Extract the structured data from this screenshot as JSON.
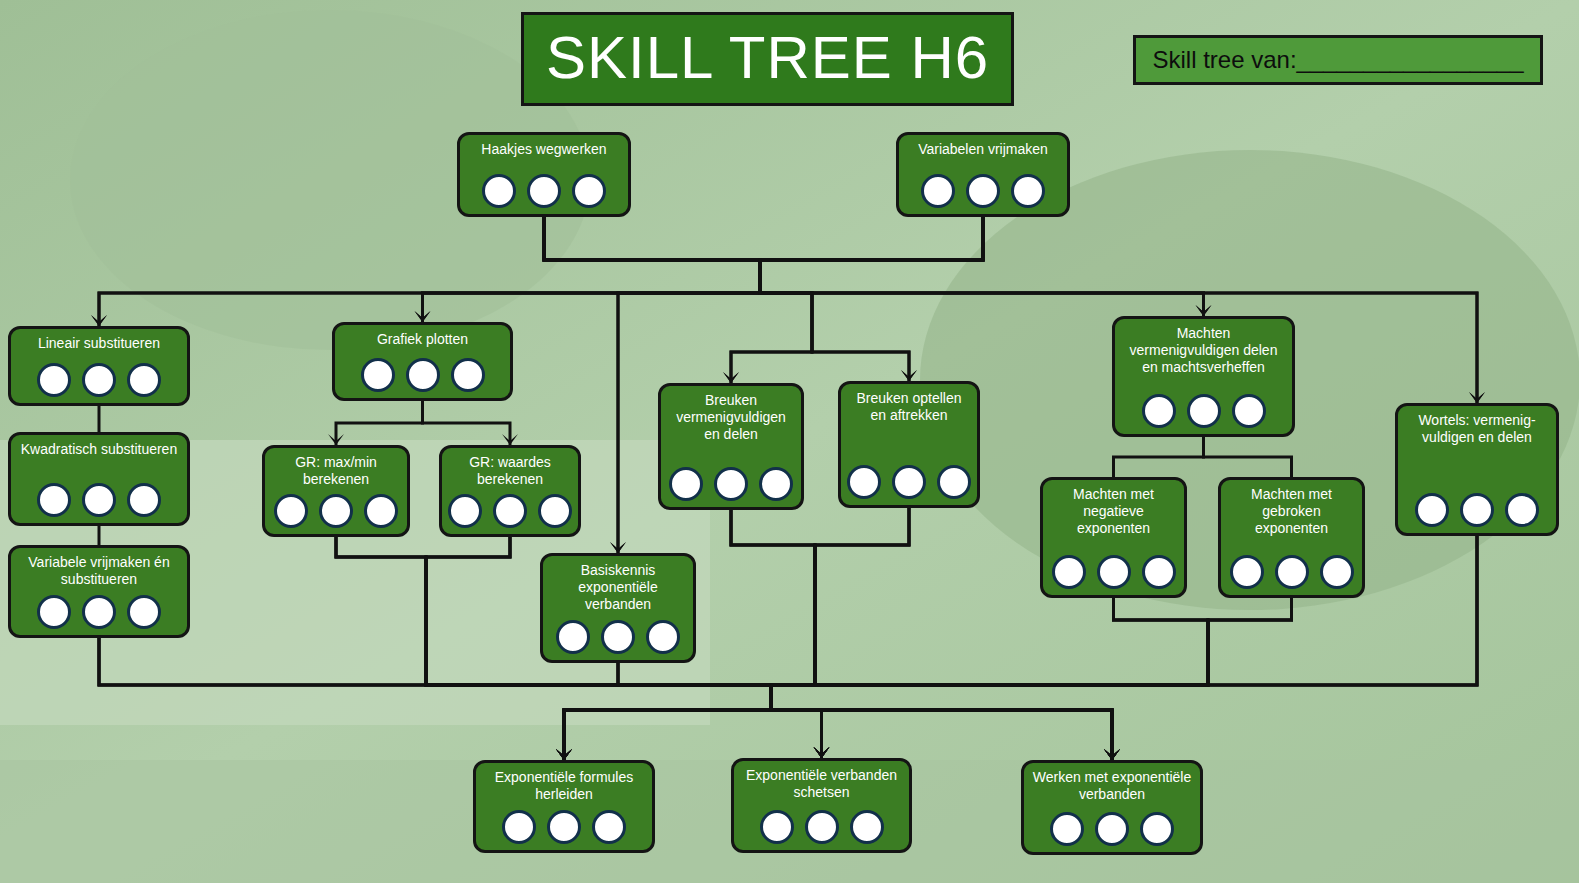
{
  "diagram": {
    "title": "SKILL TREE H6",
    "nodes": [
      {
        "text": [
          "Skill tree van:_________________"
        ]
      },
      {
        "text": [
          "Haakjes wegwerken"
        ]
      },
      {
        "text": [
          "Variabelen vrijmaken"
        ]
      },
      {
        "text": [
          "Lineair substitueren"
        ]
      },
      {
        "text": [
          "Grafiek plotten"
        ]
      },
      {
        "text": [
          "Machten vermenigvuldigen delen en machtsverheffen"
        ]
      },
      {
        "text": [
          "Breuken vermenigvuldigen en delen"
        ]
      },
      {
        "text": [
          "Breuken optellen en aftrekken"
        ]
      },
      {
        "text": [
          "Wortels: vermenig- vuldigen en delen"
        ]
      },
      {
        "text": [
          "Kwadratisch substitueren"
        ]
      },
      {
        "text": [
          "GR: max/min berekenen"
        ]
      },
      {
        "text": [
          "GR: waardes berekenen"
        ]
      },
      {
        "text": [
          "Machten met negatieve exponenten"
        ]
      },
      {
        "text": [
          "Machten met gebroken exponenten"
        ]
      },
      {
        "text": [
          "Basiskennis exponentiële verbanden"
        ]
      },
      {
        "text": [
          "Variabele vrijmaken én substitueren"
        ]
      },
      {
        "text": [
          "Exponentiële formules herleiden"
        ]
      },
      {
        "text": [
          "Exponentiële verbanden schetsen"
        ]
      },
      {
        "text": [
          "Werken met exponentiële verbanden"
        ]
      }
    ],
    "edges": [
      {
        "from": 1,
        "to": 3,
        "arrow": "to"
      },
      {
        "from": 2,
        "to": 3,
        "arrow": "to"
      },
      {
        "from": 1,
        "to": 4,
        "arrow": "to"
      },
      {
        "from": 2,
        "to": 4,
        "arrow": "to"
      },
      {
        "from": 1,
        "to": 14,
        "arrow": "to"
      },
      {
        "from": 2,
        "to": 14,
        "arrow": "to"
      },
      {
        "from": 1,
        "to": 6,
        "arrow": "to"
      },
      {
        "from": 2,
        "to": 6,
        "arrow": "to"
      },
      {
        "from": 1,
        "to": 7,
        "arrow": "to"
      },
      {
        "from": 2,
        "to": 7,
        "arrow": "to"
      },
      {
        "from": 1,
        "to": 5,
        "arrow": "to"
      },
      {
        "from": 2,
        "to": 5,
        "arrow": "to"
      },
      {
        "from": 1,
        "to": 8,
        "arrow": "to"
      },
      {
        "from": 2,
        "to": 8,
        "arrow": "to"
      },
      {
        "from": 3,
        "to": 9,
        "arrow": "none"
      },
      {
        "from": 9,
        "to": 15,
        "arrow": "none"
      },
      {
        "from": 4,
        "to": 10,
        "arrow": "to"
      },
      {
        "from": 4,
        "to": 11,
        "arrow": "to"
      },
      {
        "from": 5,
        "to": 12,
        "arrow": "none"
      },
      {
        "from": 5,
        "to": 13,
        "arrow": "none"
      },
      {
        "from": 15,
        "to": 16,
        "arrow": "to"
      },
      {
        "from": 15,
        "to": 17,
        "arrow": "to"
      },
      {
        "from": 15,
        "to": 18,
        "arrow": "to"
      },
      {
        "from": 10,
        "to": 16,
        "arrow": "to"
      },
      {
        "from": 10,
        "to": 17,
        "arrow": "to"
      },
      {
        "from": 10,
        "to": 18,
        "arrow": "to"
      },
      {
        "from": 11,
        "to": 16,
        "arrow": "to"
      },
      {
        "from": 11,
        "to": 17,
        "arrow": "to"
      },
      {
        "from": 11,
        "to": 18,
        "arrow": "to"
      },
      {
        "from": 14,
        "to": 16,
        "arrow": "to"
      },
      {
        "from": 14,
        "to": 17,
        "arrow": "to"
      },
      {
        "from": 14,
        "to": 18,
        "arrow": "to"
      },
      {
        "from": 6,
        "to": 16,
        "arrow": "to"
      },
      {
        "from": 6,
        "to": 17,
        "arrow": "to"
      },
      {
        "from": 6,
        "to": 18,
        "arrow": "to"
      },
      {
        "from": 7,
        "to": 16,
        "arrow": "to"
      },
      {
        "from": 7,
        "to": 17,
        "arrow": "to"
      },
      {
        "from": 7,
        "to": 18,
        "arrow": "to"
      },
      {
        "from": 12,
        "to": 16,
        "arrow": "to"
      },
      {
        "from": 12,
        "to": 17,
        "arrow": "to"
      },
      {
        "from": 12,
        "to": 18,
        "arrow": "to"
      },
      {
        "from": 13,
        "to": 16,
        "arrow": "to"
      },
      {
        "from": 13,
        "to": 17,
        "arrow": "to"
      },
      {
        "from": 13,
        "to": 18,
        "arrow": "to"
      },
      {
        "from": 8,
        "to": 16,
        "arrow": "to"
      },
      {
        "from": 8,
        "to": 17,
        "arrow": "to"
      },
      {
        "from": 8,
        "to": 18,
        "arrow": "to"
      }
    ]
  }
}
